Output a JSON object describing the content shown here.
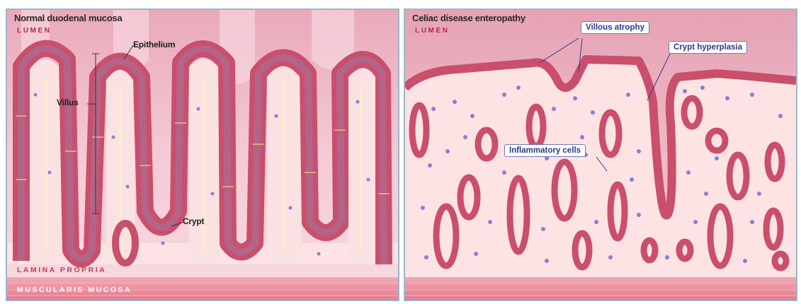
{
  "left": {
    "title": "Normal duodenal mucosa",
    "lumen": "LUMEN",
    "lamina_propria": "LAMINA PROPRIA",
    "muscularis_mucosa": "MUSCULARIS MUCOSA",
    "labels": {
      "epithelium": "Epithelium",
      "villus": "Villus",
      "crypt": "Crypt"
    }
  },
  "right": {
    "title": "Celiac disease enteropathy",
    "lumen": "LUMEN",
    "callouts": {
      "villous_atrophy": "Villous atrophy",
      "crypt_hyperplasia": "Crypt hyperplasia",
      "inflammatory_cells": "Inflammatory cells"
    }
  },
  "colors": {
    "lumen": "#f1c2cf",
    "lamina": "#fde3e3",
    "epithelium": "#c8506a",
    "inflammatory_cell": "#8b7fd4",
    "muscularis": "#e88a9a"
  }
}
